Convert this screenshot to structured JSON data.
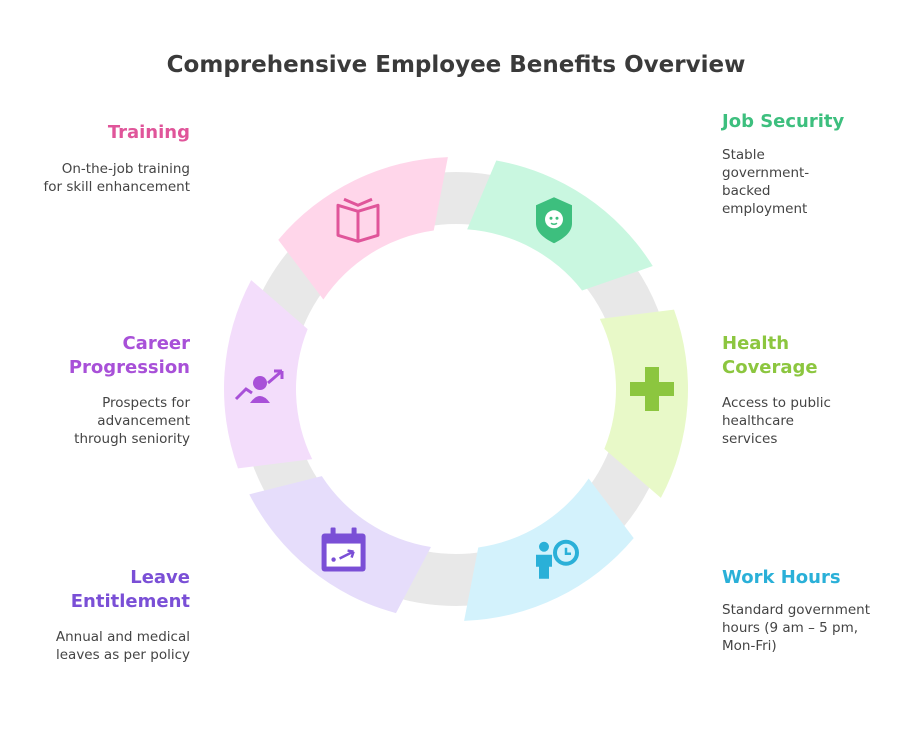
{
  "title": "Comprehensive Employee Benefits Overview",
  "colors": {
    "ring": "#e8e8e8",
    "training": "#e0559a",
    "career": "#a850d8",
    "leave": "#7a4fd6",
    "job_security": "#3dbf7e",
    "health": "#8cc63f",
    "work_hours": "#2ab0d8"
  },
  "segments": [
    {
      "key": "training",
      "label": "Training",
      "description": "On-the-job training for skill enhancement",
      "icon": "book-icon",
      "color": "#e0559a",
      "fill": "#ffd6ea"
    },
    {
      "key": "career",
      "label": "Career Progression",
      "description": "Prospects for advancement through seniority",
      "icon": "person-growth-icon",
      "color": "#a850d8",
      "fill": "#f3ddfb"
    },
    {
      "key": "leave",
      "label": "Leave Entitlement",
      "description": "Annual and medical leaves as per policy",
      "icon": "calendar-icon",
      "color": "#7a4fd6",
      "fill": "#e6ddfb"
    },
    {
      "key": "job_security",
      "label": "Job Security",
      "description": "Stable government-backed employment",
      "icon": "shield-icon",
      "color": "#3dbf7e",
      "fill": "#c9f7e0"
    },
    {
      "key": "health",
      "label": "Health Coverage",
      "description": "Access to public healthcare services",
      "icon": "medical-cross-icon",
      "color": "#8cc63f",
      "fill": "#e8f9c8"
    },
    {
      "key": "work_hours",
      "label": "Work Hours",
      "description": "Standard government hours (9 am – 5 pm, Mon-Fri)",
      "icon": "person-clock-icon",
      "color": "#2ab0d8",
      "fill": "#d3f2fc"
    }
  ]
}
